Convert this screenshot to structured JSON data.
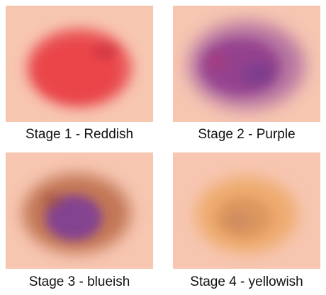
{
  "colors": {
    "skin": "#f7c6b1",
    "stage1": "#e8434a",
    "stage2": "#8e3f8f",
    "stage3_outer": "#b5643f",
    "stage3_inner": "#7a3a9a",
    "stage4_outer": "#eba35a",
    "stage4_inner": "#d18a55"
  },
  "stages": [
    {
      "label": "Stage 1 - Reddish"
    },
    {
      "label": "Stage 2 - Purple"
    },
    {
      "label": "Stage 3 - blueish"
    },
    {
      "label": "Stage 4 - yellowish"
    }
  ]
}
